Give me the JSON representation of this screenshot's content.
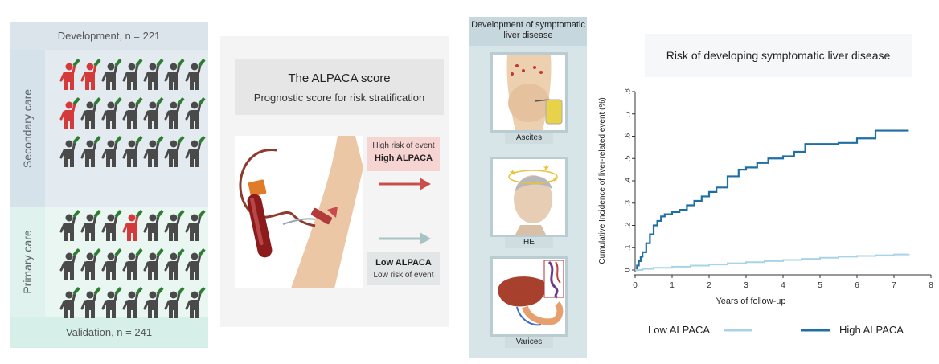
{
  "panel1": {
    "development_label": "Development, n = 221",
    "secondary_care_label": "Secondary care",
    "primary_care_label": "Primary care",
    "validation_label": "Validation, n = 241",
    "colors": {
      "event": "#d43a3a",
      "no_event": "#4a4a4a",
      "bottle": "#2e7d32"
    },
    "secondary_grid": [
      [
        1,
        1,
        0,
        0,
        0,
        0,
        0
      ],
      [
        1,
        0,
        0,
        0,
        0,
        0,
        0
      ],
      [
        0,
        0,
        0,
        0,
        0,
        0,
        0
      ]
    ],
    "primary_grid": [
      [
        0,
        0,
        0,
        1,
        0,
        0,
        0
      ],
      [
        0,
        0,
        0,
        0,
        0,
        0,
        0
      ],
      [
        0,
        0,
        0,
        0,
        0,
        0,
        0
      ]
    ]
  },
  "panel2": {
    "title": "The ALPACA score",
    "subtitle": "Prognostic score for risk stratification",
    "high_small": "High risk of event",
    "high_bold": "High ALPACA",
    "low_bold": "Low ALPACA",
    "low_small": "Low risk of event"
  },
  "panel3": {
    "header": "Development of symptomatic liver disease",
    "captions": [
      "Ascites",
      "HE",
      "Varices"
    ]
  },
  "panel4": {
    "title": "Risk of developing symptomatic liver disease",
    "legend_low": "Low ALPACA",
    "legend_high": "High ALPACA"
  },
  "chart_data": {
    "type": "line",
    "title": "Risk of developing symptomatic liver disease",
    "xlabel": "Years of follow-up",
    "ylabel": "Cumulative Incidence of liver-related event (%)",
    "xlim": [
      0,
      8
    ],
    "ylim": [
      0,
      0.8
    ],
    "xticks": [
      "0",
      "1",
      "2",
      "3",
      "4",
      "5",
      "6",
      "7",
      "8"
    ],
    "yticks": [
      "0",
      ".1",
      ".2",
      ".3",
      ".4",
      ".5",
      ".6",
      ".7",
      ".8"
    ],
    "grid": false,
    "legend_position": "bottom",
    "series": [
      {
        "name": "High ALPACA",
        "color": "#1f6fa3",
        "x": [
          0,
          0.05,
          0.1,
          0.15,
          0.2,
          0.3,
          0.4,
          0.5,
          0.6,
          0.7,
          0.8,
          1.0,
          1.2,
          1.4,
          1.6,
          1.8,
          2.0,
          2.2,
          2.5,
          2.8,
          3.0,
          3.3,
          3.6,
          4.0,
          4.3,
          4.6,
          5.0,
          5.5,
          6.0,
          6.5,
          7.0,
          7.4
        ],
        "y": [
          0,
          0.02,
          0.04,
          0.06,
          0.08,
          0.12,
          0.16,
          0.2,
          0.22,
          0.24,
          0.25,
          0.26,
          0.27,
          0.29,
          0.31,
          0.33,
          0.35,
          0.37,
          0.42,
          0.45,
          0.46,
          0.48,
          0.5,
          0.51,
          0.53,
          0.565,
          0.565,
          0.57,
          0.59,
          0.625,
          0.625,
          0.625
        ]
      },
      {
        "name": "Low ALPACA",
        "color": "#a9d3e6",
        "x": [
          0,
          0.2,
          0.5,
          1.0,
          1.5,
          2.0,
          2.5,
          3.0,
          3.5,
          4.0,
          4.5,
          5.0,
          5.5,
          6.0,
          6.5,
          7.0,
          7.4
        ],
        "y": [
          0,
          0.005,
          0.01,
          0.015,
          0.02,
          0.025,
          0.03,
          0.035,
          0.04,
          0.045,
          0.05,
          0.055,
          0.06,
          0.063,
          0.066,
          0.07,
          0.072
        ]
      }
    ]
  }
}
